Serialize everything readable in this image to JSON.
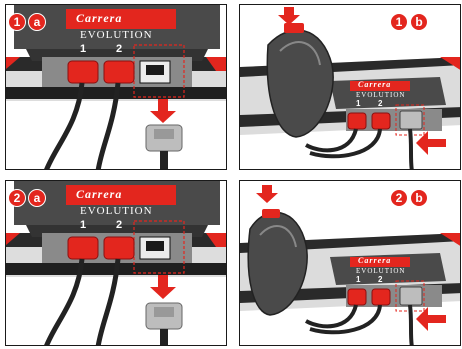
{
  "panels": [
    {
      "id": "1a",
      "step_number": "1",
      "step_letter": "a",
      "brand": "Carrera",
      "product": "EVOLUTION",
      "port_1": "1",
      "port_2": "2"
    },
    {
      "id": "1b",
      "step_number": "1",
      "step_letter": "b",
      "brand": "Carrera",
      "product": "EVOLUTION",
      "port_1": "1",
      "port_2": "2"
    },
    {
      "id": "2a",
      "step_number": "2",
      "step_letter": "a",
      "brand": "Carrera",
      "product": "EVOLUTION",
      "port_1": "1",
      "port_2": "2"
    },
    {
      "id": "2b",
      "step_number": "2",
      "step_letter": "b",
      "brand": "Carrera",
      "product": "EVOLUTION",
      "port_1": "1",
      "port_2": "2"
    }
  ],
  "colors": {
    "accent": "#e3261e",
    "device": "#555555",
    "track": "#222222",
    "highlight": "#ffffff"
  }
}
